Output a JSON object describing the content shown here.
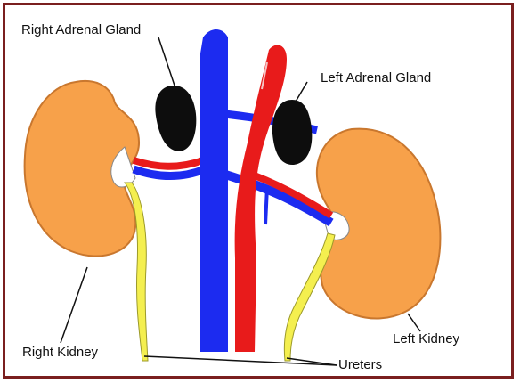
{
  "labels": {
    "right_adrenal_gland": "Right Adrenal Gland",
    "left_adrenal_gland": "Left Adrenal Gland",
    "right_kidney": "Right Kidney",
    "left_kidney": "Left Kidney",
    "ureters": "Ureters"
  },
  "colors": {
    "frame": "#7a1f1f",
    "kidney": "#f7a14a",
    "kidney_outline": "#c9772e",
    "vein": "#1c2bf0",
    "artery": "#e81b1b",
    "adrenal": "#0d0d0d",
    "ureter": "#f4ef4f"
  }
}
